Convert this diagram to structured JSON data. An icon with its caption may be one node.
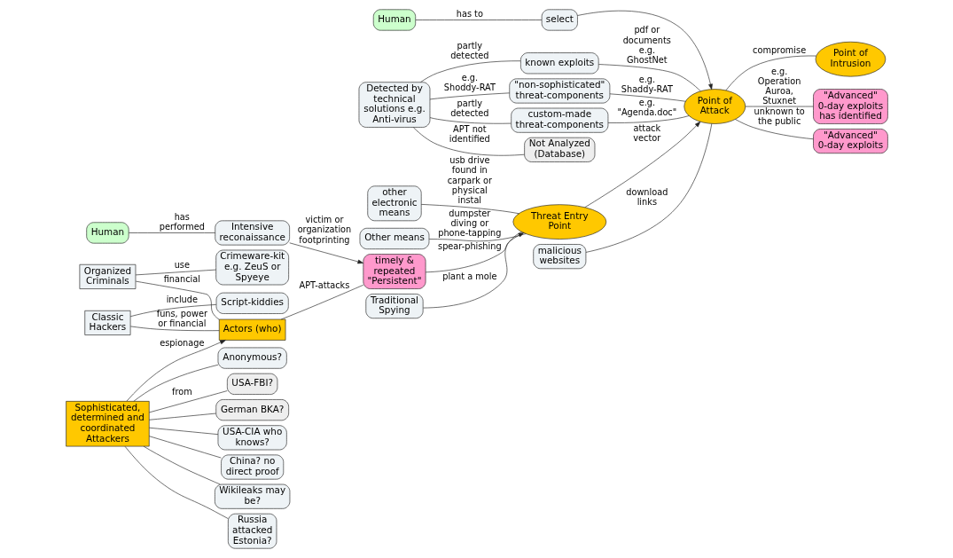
{
  "diagram": {
    "nodes": [
      {
        "text": [
          "Script-kiddies"
        ]
      },
      {
        "text": [
          "Classic Hackers"
        ]
      },
      {
        "text": [
          "Crimeware-kit e.g. ZeuS or Spyeye"
        ]
      },
      {
        "text": [
          "Organized Criminals"
        ]
      },
      {
        "text": [
          "Sophisticated, determined and coordinated Attackers"
        ]
      },
      {
        "text": [
          "Actors (who)"
        ]
      },
      {
        "text": [
          "USA-FBI?"
        ]
      },
      {
        "text": [
          "German BKA?"
        ]
      },
      {
        "text": [
          "USA-CIA who knows?"
        ]
      },
      {
        "text": [
          "China? no direct proof"
        ]
      },
      {
        "text": [
          "Wikileaks may be?"
        ]
      },
      {
        "text": [
          "Russia attacked Estonia?"
        ]
      },
      {
        "text": [
          "Anonymous?"
        ]
      },
      {
        "text": [
          "Other means"
        ]
      },
      {
        "text": [
          "Traditional Spying"
        ]
      },
      {
        "text": [
          "other electronic means"
        ]
      },
      {
        "text": [
          "timely & repeated \"Persistent\""
        ]
      },
      {
        "text": [
          "Threat Entry Point"
        ]
      },
      {
        "text": [
          "Intensive reconaissance"
        ]
      },
      {
        "text": [
          "Human"
        ]
      },
      {
        "text": [
          "Human"
        ]
      },
      {
        "text": [
          "select"
        ]
      },
      {
        "text": [
          "Not Analyzed (Database)"
        ]
      },
      {
        "text": [
          "Detected by technical solutions e.g. Anti-virus"
        ]
      },
      {
        "text": [
          "known exploits"
        ]
      },
      {
        "text": [
          "\"non-sophisticated\" threat-components"
        ]
      },
      {
        "text": [
          "custom-made threat-components"
        ]
      },
      {
        "text": [
          "malicious websites"
        ]
      },
      {
        "text": [
          "Point of Attack"
        ]
      },
      {
        "text": [
          "Point of Intrusion"
        ]
      },
      {
        "text": [
          "\"Advanced\" 0-day exploits has identified"
        ]
      },
      {
        "text": [
          "\"Advanced\" 0-day exploits"
        ]
      }
    ],
    "edges": [
      {
        "from": 1,
        "to": 0,
        "arrow": "none",
        "label": "include"
      },
      {
        "from": 1,
        "to": 5,
        "arrow": "none",
        "label": "funs, power or financial"
      },
      {
        "from": 3,
        "to": 2,
        "arrow": "none",
        "label": "use"
      },
      {
        "from": 3,
        "to": 5,
        "arrow": "none",
        "label": "financial"
      },
      {
        "from": 4,
        "to": 5,
        "arrow": "to",
        "label": "espionage"
      },
      {
        "from": 4,
        "to": 6,
        "arrow": "none",
        "label": "from"
      },
      {
        "from": 4,
        "to": 7,
        "arrow": "none"
      },
      {
        "from": 4,
        "to": 8,
        "arrow": "none"
      },
      {
        "from": 4,
        "to": 9,
        "arrow": "none"
      },
      {
        "from": 4,
        "to": 10,
        "arrow": "none"
      },
      {
        "from": 4,
        "to": 11,
        "arrow": "none"
      },
      {
        "from": 4,
        "to": 12,
        "arrow": "none"
      },
      {
        "from": 5,
        "to": 16,
        "arrow": "none",
        "label": "APT-attacks"
      },
      {
        "from": 16,
        "to": 17,
        "arrow": "to",
        "label": "spear-phishing"
      },
      {
        "from": 18,
        "to": 16,
        "arrow": "to",
        "label": "victim or organization footprinting"
      },
      {
        "from": 19,
        "to": 18,
        "arrow": "none",
        "label": "has performed"
      },
      {
        "from": 20,
        "to": 21,
        "arrow": "none",
        "label": "has to"
      },
      {
        "from": 17,
        "to": 28,
        "arrow": "to",
        "label": "attack vector"
      },
      {
        "from": 21,
        "to": 28,
        "arrow": "to"
      },
      {
        "from": 13,
        "to": 17,
        "arrow": "none",
        "label": "dumpster diving or phone-tapping"
      },
      {
        "from": 14,
        "to": 17,
        "arrow": "none",
        "label": "plant a mole"
      },
      {
        "from": 15,
        "to": 17,
        "arrow": "none",
        "label": "usb drive found in carpark or physical instal"
      },
      {
        "from": 23,
        "to": 22,
        "arrow": "none",
        "label": "APT not identified"
      },
      {
        "from": 23,
        "to": 24,
        "arrow": "none",
        "label": "partly detected"
      },
      {
        "from": 23,
        "to": 25,
        "arrow": "none",
        "label": "e.g. Shoddy-RAT"
      },
      {
        "from": 23,
        "to": 26,
        "arrow": "none",
        "label": "partly detected"
      },
      {
        "from": 24,
        "to": 28,
        "arrow": "none",
        "label": "pdf or documents e.g. GhostNet"
      },
      {
        "from": 25,
        "to": 28,
        "arrow": "none",
        "label": "e.g. Shaddy-RAT"
      },
      {
        "from": 26,
        "to": 28,
        "arrow": "none",
        "label": "e.g. \"Agenda.doc\""
      },
      {
        "from": 27,
        "to": 28,
        "arrow": "none",
        "label": "download links"
      },
      {
        "from": 28,
        "to": 29,
        "arrow": "none",
        "label": "compromise"
      },
      {
        "from": 28,
        "to": 30,
        "arrow": "none",
        "label": "e.g. Operation Auroa, Stuxnet"
      },
      {
        "from": 28,
        "to": 31,
        "arrow": "none",
        "label": "unknown to the public"
      }
    ]
  }
}
